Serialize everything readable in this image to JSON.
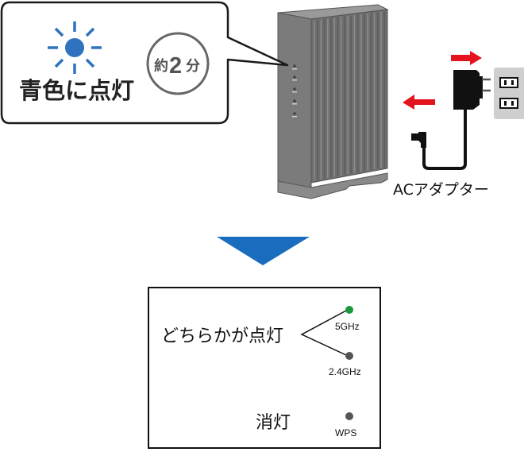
{
  "callout": {
    "status_text": "青色に点灯",
    "timer_prefix": "約",
    "timer_number": "2",
    "timer_unit": "分",
    "icon": "blue-light-on-icon",
    "light_color": "#2f73c0"
  },
  "adapter": {
    "label": "ACアダプター",
    "arrow_color": "#e3141e"
  },
  "flow_arrow": {
    "icon": "down-triangle-icon",
    "color": "#1a6cbe"
  },
  "led_panel": {
    "either_lit_label": "どちらかが点灯",
    "off_label": "消灯",
    "leds": [
      {
        "name": "5GHz",
        "color": "#1a9a3a"
      },
      {
        "name": "2.4GHz",
        "color": "#555555"
      },
      {
        "name": "WPS",
        "color": "#555555"
      }
    ]
  }
}
